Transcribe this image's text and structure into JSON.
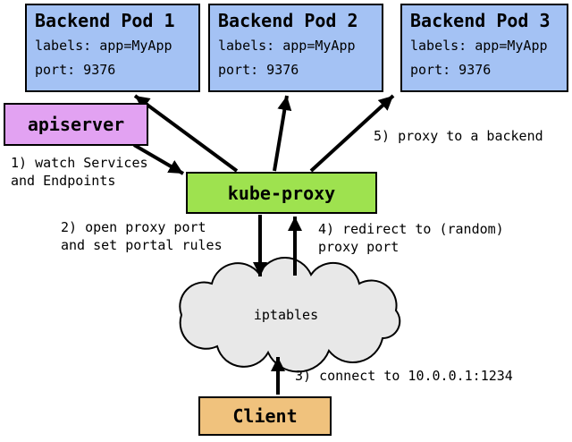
{
  "diagram": {
    "pods": [
      {
        "title": "Backend Pod 1",
        "labels_line": "labels: app=MyApp",
        "port_line": "port: 9376"
      },
      {
        "title": "Backend Pod 2",
        "labels_line": "labels: app=MyApp",
        "port_line": "port: 9376"
      },
      {
        "title": "Backend Pod 3",
        "labels_line": "labels: app=MyApp",
        "port_line": "port: 9376"
      }
    ],
    "apiserver_label": "apiserver",
    "kube_proxy_label": "kube-proxy",
    "iptables_label": "iptables",
    "client_label": "Client",
    "steps": {
      "step1_line1": "1) watch Services",
      "step1_line2": "and Endpoints",
      "step2_line1": "2) open proxy port",
      "step2_line2": "and set portal rules",
      "step3": "3) connect to 10.0.0.1:1234",
      "step4_line1": "4) redirect to (random)",
      "step4_line2": "proxy port",
      "step5": "5) proxy to a backend"
    },
    "colors": {
      "pod_fill": "#a4c2f4",
      "apiserver_fill": "#e2a2f2",
      "kube_proxy_fill": "#9ee24f",
      "client_fill": "#f0c27d",
      "cloud_fill": "#e8e8e8",
      "border": "#000000"
    }
  }
}
